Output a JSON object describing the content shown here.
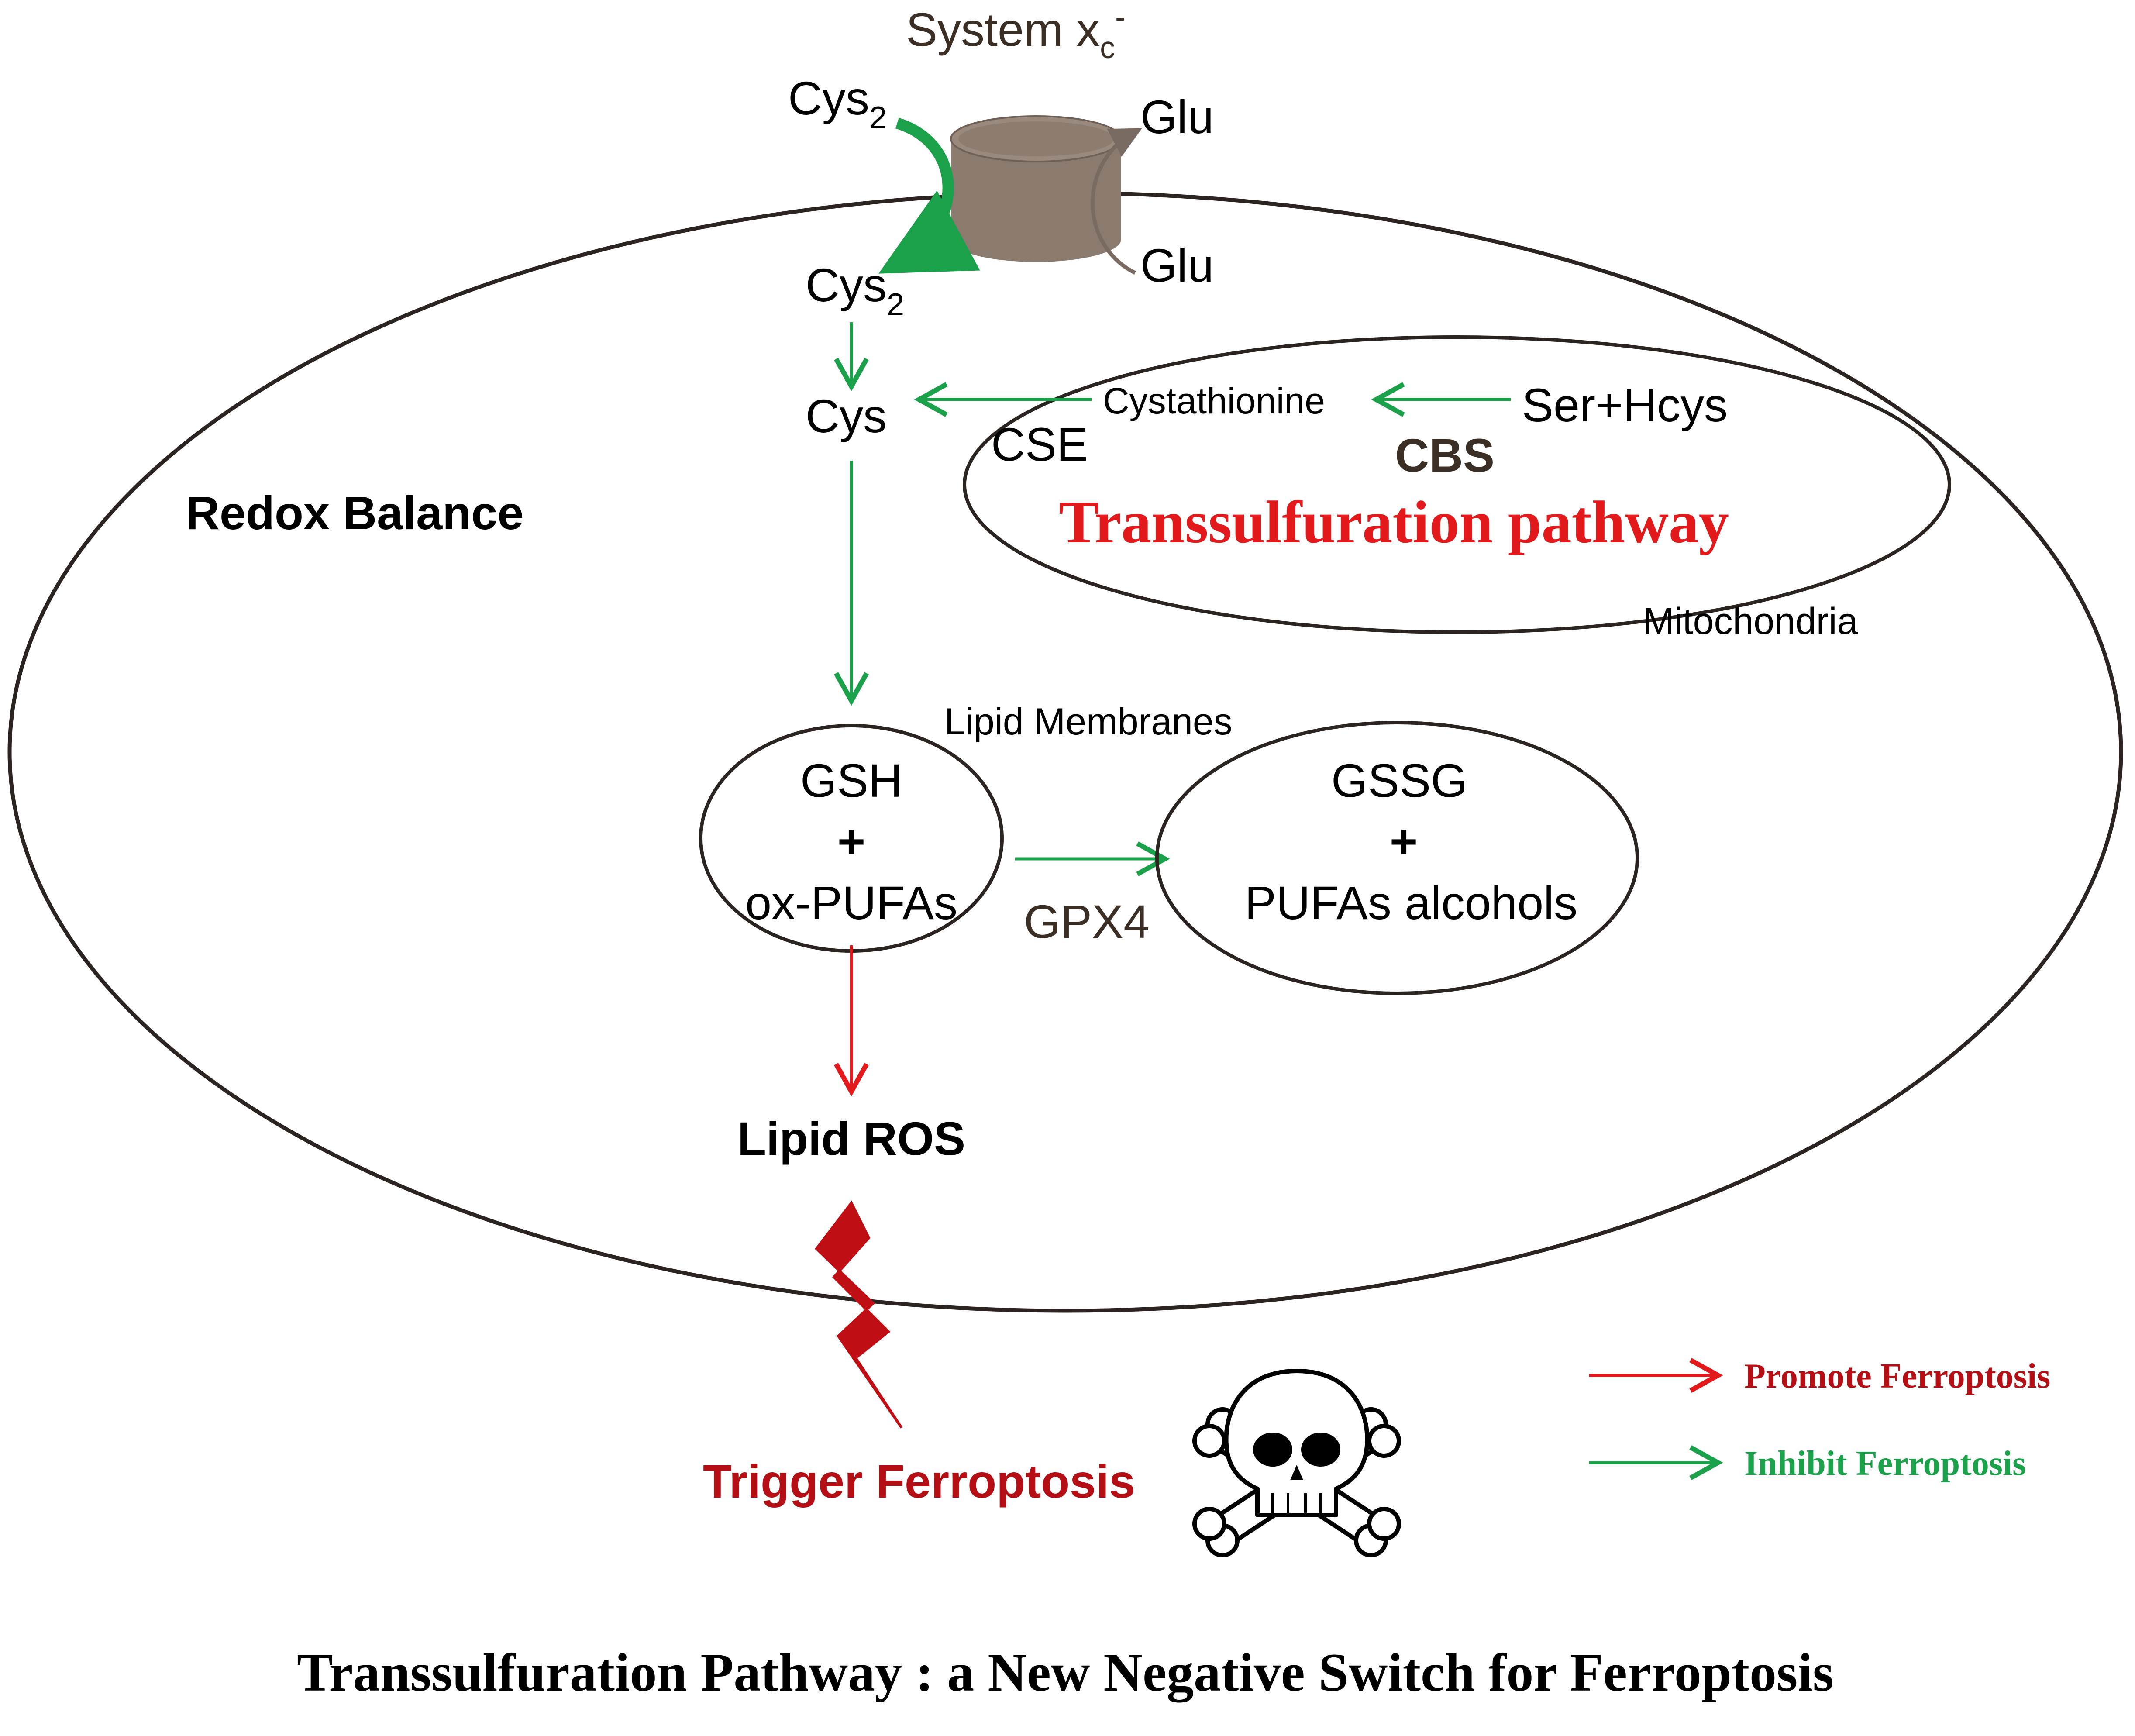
{
  "colors": {
    "outline": "#2b2420",
    "inhibit": "#1aa14a",
    "promote": "#e31a1c",
    "dark_red": "#b30f14",
    "transporter": "#8b7b6f",
    "glu_arrow": "#7a6b62",
    "text_brown": "#3b2e25",
    "text": "#000000"
  },
  "transporter": {
    "label_main": "System x",
    "label_sub": "c",
    "label_sup": "-",
    "cys2_out": "Cys",
    "cys2_out_sub": "2",
    "cys2_in": "Cys",
    "cys2_in_sub": "2",
    "glu_out": "Glu",
    "glu_in": "Glu"
  },
  "cell": {
    "cys": "Cys",
    "redox_balance": "Redox Balance",
    "lipid_membranes": "Lipid Membranes",
    "gpx4": "GPX4",
    "lipid_ros": "Lipid ROS"
  },
  "mitochondria": {
    "label": "Mitochondria",
    "cystathionine": "Cystathionine",
    "ser_hcys": "Ser+Hcys",
    "cse": "CSE",
    "cbs": "CBS",
    "pathway": "Transsulfuration pathway"
  },
  "gsh_box": {
    "line1": "GSH",
    "plus": "+",
    "line2": "ox-PUFAs"
  },
  "gssg_box": {
    "line1": "GSSG",
    "plus": "+",
    "line2": "PUFAs alcohols"
  },
  "ferroptosis": {
    "trigger": "Trigger Ferroptosis",
    "lightning_icon": "lightning-bolt-icon",
    "skull_icon": "skull-crossbones-icon"
  },
  "legend": {
    "promote": "Promote Ferroptosis",
    "inhibit": "Inhibit Ferroptosis"
  },
  "footer_title": "Transsulfuration Pathway : a New Negative Switch for Ferroptosis"
}
